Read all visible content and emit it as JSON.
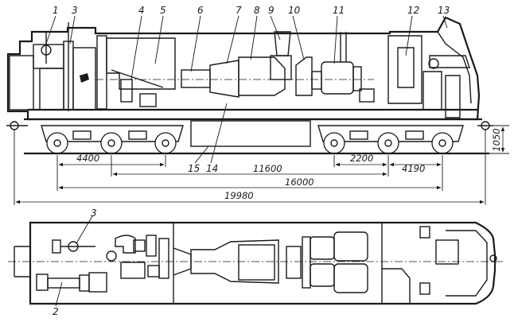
{
  "callouts": [
    "1",
    "3",
    "4",
    "5",
    "6",
    "7",
    "8",
    "9",
    "10",
    "11",
    "12",
    "13",
    "14",
    "15",
    "2",
    "3"
  ],
  "dimensions": {
    "height_1050": "1050",
    "wheel_base_left": "4400",
    "bogie_centers": "11600",
    "axle_2200": "2200",
    "wheel_base_right": "4190",
    "total_16000": "16000",
    "overall_19980": "19980"
  }
}
